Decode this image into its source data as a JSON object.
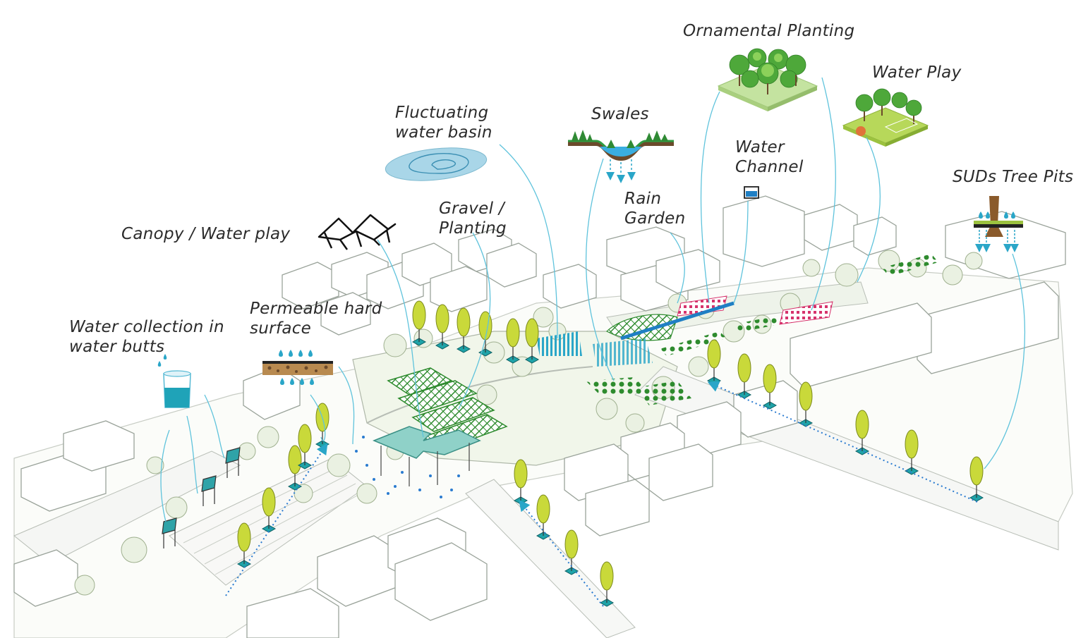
{
  "labels": {
    "ornamental_planting": "Ornamental Planting",
    "water_play_top": "Water Play",
    "fluctuating_water_basin": [
      "Fluctuating",
      "water basin"
    ],
    "swales": "Swales",
    "water_channel": [
      "Water",
      "Channel"
    ],
    "suds_tree_pits": "SUDs Tree Pits",
    "rain_garden": [
      "Rain",
      "Garden"
    ],
    "gravel_planting": [
      "Gravel /",
      "Planting"
    ],
    "canopy_water_play": "Canopy / Water play",
    "permeable_hard_surface": [
      "Permeable hard",
      "surface"
    ],
    "water_collection": [
      "Water collection in",
      "water butts"
    ]
  },
  "colors": {
    "leader_line": "#5fc3dc",
    "water": "#2aa6c8",
    "water_light": "#bfe3ef",
    "tree_canopy": "#c9d93a",
    "tree_pit": "#1fa3a8",
    "grass_hatch": "#2e8b2e",
    "pink_hatch": "#d6336c",
    "outline": "#9aa39a",
    "vegetation": "#dce8d0",
    "soil": "#8a5a2b"
  }
}
